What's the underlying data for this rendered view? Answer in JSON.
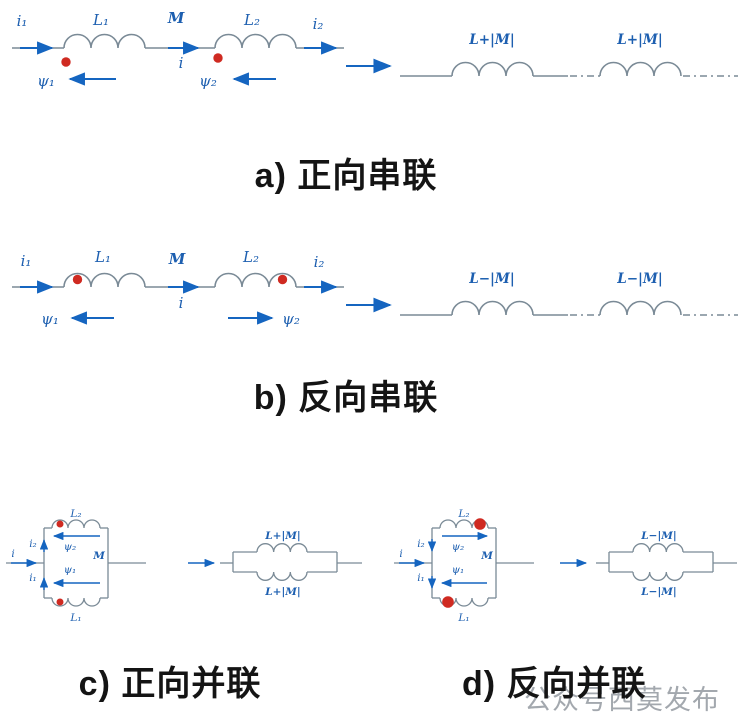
{
  "colors": {
    "wire": "#7a8a96",
    "label_blue": "#1d5fb0",
    "arrow_blue": "#1565c0",
    "dot_red": "#cf2a21",
    "caption_text": "#141414",
    "watermark_gray": "#a3a8ae"
  },
  "section_a": {
    "caption": "a) 正向串联",
    "labels": {
      "i1": "i₁",
      "L1": "L₁",
      "M": "M",
      "i": "i",
      "L2": "L₂",
      "i2": "i₂",
      "psi1": "ψ₁",
      "psi2": "ψ₂"
    },
    "equivalent": {
      "coil1": "L+|M|",
      "coil2": "L+|M|"
    }
  },
  "section_b": {
    "caption": "b) 反向串联",
    "labels": {
      "i1": "i₁",
      "L1": "L₁",
      "M": "M",
      "i": "i",
      "L2": "L₂",
      "i2": "i₂",
      "psi1": "ψ₁",
      "psi2": "ψ₂"
    },
    "equivalent": {
      "coil1": "L−|M|",
      "coil2": "L−|M|"
    }
  },
  "section_c": {
    "caption": "c) 正向并联",
    "labels": {
      "i": "i",
      "i2": "i₂",
      "i1": "i₁",
      "L2": "L₂",
      "L1": "L₁",
      "M": "M",
      "psi2": "ψ₂",
      "psi1": "ψ₁"
    },
    "equivalent": {
      "top": "L+|M|",
      "bottom": "L+|M|"
    }
  },
  "section_d": {
    "caption": "d) 反向并联",
    "labels": {
      "i": "i",
      "i2": "i₂",
      "i1": "i₁",
      "L2": "L₂",
      "L1": "L₁",
      "M": "M",
      "psi2": "ψ₂",
      "psi1": "ψ₁"
    },
    "equivalent": {
      "top": "L−|M|",
      "bottom": "L−|M|"
    },
    "watermark": "公众号西莫发布"
  }
}
